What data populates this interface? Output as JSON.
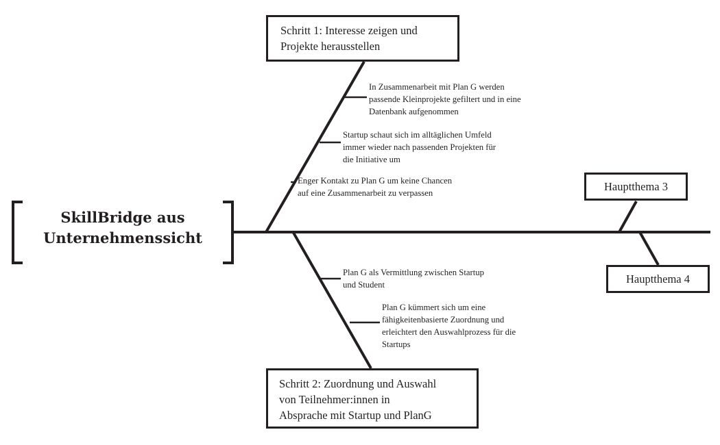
{
  "diagram": {
    "type": "fishbone",
    "title": "SkillBridge aus\nUnternehmenssicht",
    "boxes": {
      "step1": "Schritt 1: Interesse zeigen und\nProjekte herausstellen",
      "step2": "Schritt 2: Zuordnung und Auswahl\nvon Teilnehmer:innen in\nAbsprache mit Startup und PlanG",
      "theme3": "Hauptthema 3",
      "theme4": "Hauptthema 4"
    },
    "upper_branch_labels": [
      "In Zusammenarbeit mit Plan G werden\npassende Kleinprojekte gefiltert und in eine\nDatenbank aufgenommen",
      "Startup schaut sich im alltäglichen Umfeld\nimmer wieder nach passenden Projekten für\ndie Initiative um",
      "Enger Kontakt zu Plan G um keine Chancen\nauf eine Zusammenarbeit zu verpassen"
    ],
    "lower_branch_labels": [
      "Plan G als Vermittlung zwischen Startup\nund Student",
      "Plan G kümmert sich um eine\nfähigkeitenbasierte Zuordnung und\nerleichtert den Auswahlprozess für die\nStartups"
    ],
    "colors": {
      "line": "#231f20",
      "background": "#ffffff",
      "text": "#231f20"
    }
  }
}
